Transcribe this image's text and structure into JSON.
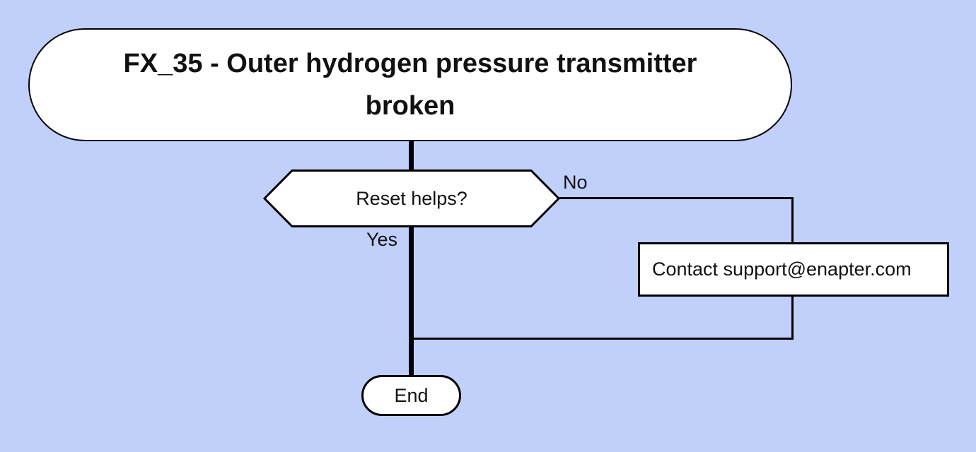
{
  "diagram": {
    "background_color": "#c1d0fb",
    "node_fill_color": "#ffffff",
    "line_color": "#000000",
    "text_color": "#111111",
    "title_node": {
      "text": "FX_35 - Outer hydrogen pressure transmitter broken",
      "lines": [
        "FX_35 - Outer hydrogen pressure transmitter",
        "broken"
      ]
    },
    "decision_node": {
      "label": "Reset helps?"
    },
    "edges": {
      "no_label": "No",
      "yes_label": "Yes"
    },
    "contact_node": {
      "label": "Contact support@enapter.com"
    },
    "end_node": {
      "label": "End"
    }
  }
}
